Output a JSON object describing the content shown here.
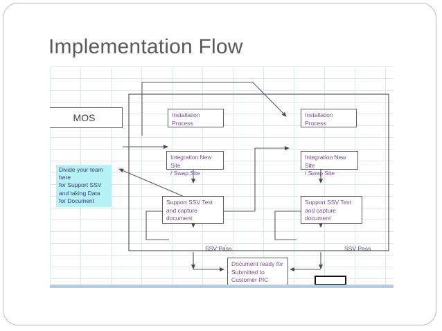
{
  "slide": {
    "title": "Implementation Flow",
    "title_color": "#595959",
    "background": "#ffffff"
  },
  "diagram": {
    "type": "flowchart",
    "node_text_color": "#7b4c8e",
    "note_fill": "#b6f1f5",
    "line_color": "#5a5a5a",
    "nodes": [
      {
        "id": "mos",
        "label": "MOS"
      },
      {
        "id": "install-left",
        "label": "Installation Process"
      },
      {
        "id": "install-right",
        "label": "Installation Process"
      },
      {
        "id": "integ-left",
        "label": "Integration New Site\n/ Swap Site"
      },
      {
        "id": "integ-right",
        "label": "Integration New Site\n/ Swap Site"
      },
      {
        "id": "ssv-left",
        "label": " Support SSV Test\nand capture\ndocument"
      },
      {
        "id": "ssv-right",
        "label": " Support SSV Test\nand capture\ndocument"
      },
      {
        "id": "document",
        "label": "Document ready  for\nSubmitted to\nCustomer PIC"
      }
    ],
    "note": {
      "id": "divide-team-note",
      "label": "Divide your team\nhere\nfor Support SSV\nand taking Data\nfor Document"
    },
    "edge_labels": [
      {
        "id": "ssv-pass-left",
        "label": "SSV Pass"
      },
      {
        "id": "ssv-pass-right",
        "label": "SSV Pass"
      }
    ],
    "selected_cell": {
      "id": "selected-cell",
      "label": ""
    }
  }
}
